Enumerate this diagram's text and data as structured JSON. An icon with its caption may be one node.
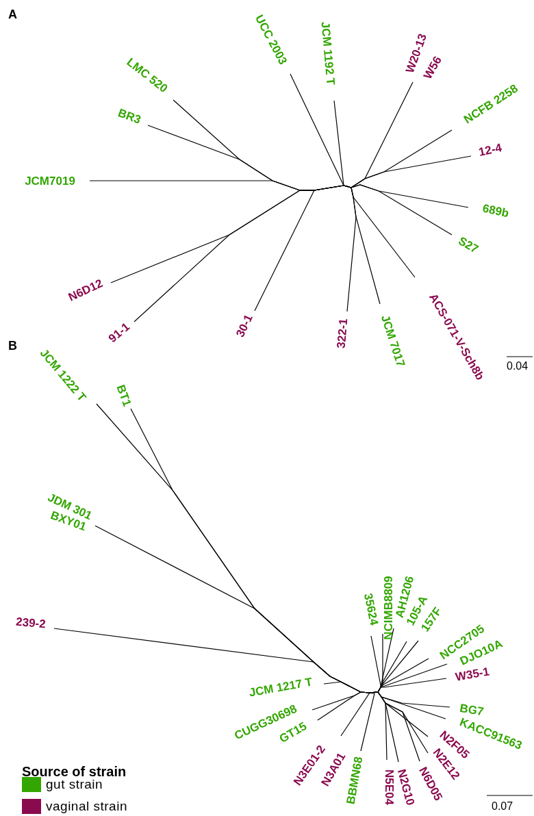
{
  "diagram": {
    "nodes": [
      {
        "text": [
          "UCC 2003"
        ]
      },
      {
        "text": [
          "JCM 1192 T"
        ]
      },
      {
        "text": [
          "W20-13"
        ]
      },
      {
        "text": [
          "W56"
        ]
      },
      {
        "text": [
          "LMC 520"
        ]
      },
      {
        "text": [
          "NCFB 2258"
        ]
      },
      {
        "text": [
          "BR3"
        ]
      },
      {
        "text": [
          "12-4"
        ]
      },
      {
        "text": [
          "JCM7019"
        ]
      },
      {
        "text": [
          "689b"
        ]
      },
      {
        "text": [
          "S27"
        ]
      },
      {
        "text": [
          "N6D12"
        ]
      },
      {
        "text": [
          "ACS-071-V-Sch8b"
        ]
      },
      {
        "text": [
          "91-1"
        ]
      },
      {
        "text": [
          "30-1"
        ]
      },
      {
        "text": [
          "322-1"
        ]
      },
      {
        "text": [
          "JCM 7017"
        ]
      },
      {
        "text": [
          "JCM 1222 T"
        ]
      },
      {
        "text": [
          "BT1"
        ]
      },
      {
        "text": [
          "JDM 301"
        ]
      },
      {
        "text": [
          "BXY01"
        ]
      },
      {
        "text": [
          "NCIMB8809"
        ]
      },
      {
        "text": [
          "AH1206"
        ]
      },
      {
        "text": [
          "35624"
        ]
      },
      {
        "text": [
          "105-A"
        ]
      },
      {
        "text": [
          "157F"
        ]
      },
      {
        "text": [
          "NCC2705"
        ]
      },
      {
        "text": [
          "DJO10A"
        ]
      },
      {
        "text": [
          "239-2"
        ]
      },
      {
        "text": [
          "W35-1"
        ]
      },
      {
        "text": [
          "JCM 1217 T"
        ]
      },
      {
        "text": [
          "BG7"
        ]
      },
      {
        "text": [
          "CUGG30698"
        ]
      },
      {
        "text": [
          "KACC91563"
        ]
      },
      {
        "text": [
          "GT15"
        ]
      },
      {
        "text": [
          "N2F05"
        ]
      },
      {
        "text": [
          "N3E01-2"
        ]
      },
      {
        "text": [
          "N2E12"
        ]
      },
      {
        "text": [
          "N3A01"
        ]
      },
      {
        "text": [
          "N6D05"
        ]
      },
      {
        "text": [
          "BBMN68"
        ]
      },
      {
        "text": [
          "N5E04"
        ]
      },
      {
        "text": [
          "N2G10"
        ]
      }
    ],
    "edges": [
      {
        "from": null,
        "to": 0,
        "arrow": "none"
      },
      {
        "from": null,
        "to": 1,
        "arrow": "none"
      },
      {
        "from": null,
        "to": 2,
        "arrow": "none"
      },
      {
        "from": null,
        "to": 3,
        "arrow": "none"
      },
      {
        "from": null,
        "to": 4,
        "arrow": "none"
      },
      {
        "from": null,
        "to": 5,
        "arrow": "none"
      },
      {
        "from": null,
        "to": 6,
        "arrow": "none"
      },
      {
        "from": null,
        "to": 7,
        "arrow": "none"
      },
      {
        "from": null,
        "to": 8,
        "arrow": "none"
      },
      {
        "from": null,
        "to": 9,
        "arrow": "none"
      },
      {
        "from": null,
        "to": 10,
        "arrow": "none"
      },
      {
        "from": null,
        "to": 11,
        "arrow": "none"
      },
      {
        "from": null,
        "to": 12,
        "arrow": "none"
      },
      {
        "from": null,
        "to": 13,
        "arrow": "none"
      },
      {
        "from": null,
        "to": 14,
        "arrow": "none"
      },
      {
        "from": null,
        "to": 15,
        "arrow": "none"
      },
      {
        "from": null,
        "to": 16,
        "arrow": "none"
      },
      {
        "from": null,
        "to": 17,
        "arrow": "none"
      },
      {
        "from": null,
        "to": 18,
        "arrow": "none"
      },
      {
        "from": null,
        "to": 19,
        "arrow": "none"
      },
      {
        "from": null,
        "to": 20,
        "arrow": "none"
      },
      {
        "from": null,
        "to": 21,
        "arrow": "none"
      },
      {
        "from": null,
        "to": 22,
        "arrow": "none"
      },
      {
        "from": null,
        "to": 23,
        "arrow": "none"
      },
      {
        "from": null,
        "to": 24,
        "arrow": "none"
      },
      {
        "from": null,
        "to": 25,
        "arrow": "none"
      },
      {
        "from": null,
        "to": 26,
        "arrow": "none"
      },
      {
        "from": null,
        "to": 27,
        "arrow": "none"
      },
      {
        "from": null,
        "to": 28,
        "arrow": "none"
      },
      {
        "from": null,
        "to": 29,
        "arrow": "none"
      },
      {
        "from": null,
        "to": 30,
        "arrow": "none"
      },
      {
        "from": null,
        "to": 31,
        "arrow": "none"
      },
      {
        "from": null,
        "to": 32,
        "arrow": "none"
      },
      {
        "from": null,
        "to": 33,
        "arrow": "none"
      },
      {
        "from": null,
        "to": 34,
        "arrow": "none"
      },
      {
        "from": null,
        "to": 35,
        "arrow": "none"
      },
      {
        "from": null,
        "to": 36,
        "arrow": "none"
      },
      {
        "from": null,
        "to": 37,
        "arrow": "none"
      },
      {
        "from": null,
        "to": 38,
        "arrow": "none"
      },
      {
        "from": null,
        "to": 39,
        "arrow": "none"
      },
      {
        "from": null,
        "to": 40,
        "arrow": "none"
      },
      {
        "from": null,
        "to": 41,
        "arrow": "none"
      },
      {
        "from": null,
        "to": 42,
        "arrow": "none"
      }
    ],
    "labels": [
      "A",
      "B",
      "0.04",
      "Source of strain",
      "0.07"
    ],
    "legend": [
      {
        "text": "gut strain",
        "color": "#33a602"
      },
      {
        "text": "vaginal strain",
        "color": "#8a0a4f"
      }
    ]
  }
}
